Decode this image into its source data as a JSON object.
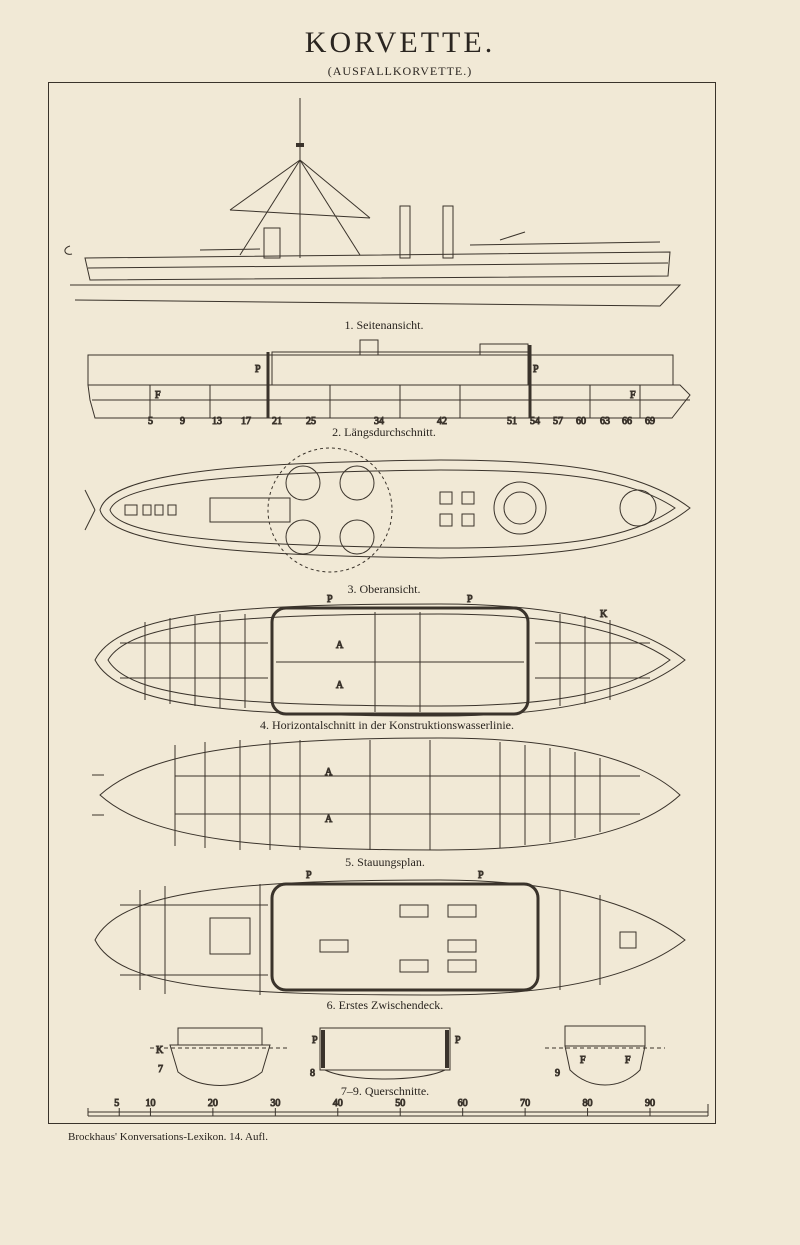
{
  "title": "KORVETTE.",
  "subtitle": "(AUSFALLKORVETTE.)",
  "figures": {
    "fig1": "1. Seitenansicht.",
    "fig2": "2. Längsdurchschnitt.",
    "fig3": "3. Oberansicht.",
    "fig4": "4. Horizontalschnitt in der Konstruktionswasserlinie.",
    "fig5": "5. Stauungsplan.",
    "fig6": "6. Erstes Zwischendeck.",
    "fig79": "7–9. Querschnitte."
  },
  "section_numbers": {
    "n7": "7",
    "n8": "8",
    "n9": "9"
  },
  "frame_numbers": [
    "5",
    "9",
    "13",
    "17",
    "21",
    "25",
    "34",
    "42",
    "51",
    "54",
    "57",
    "60",
    "63",
    "66",
    "69"
  ],
  "marks": {
    "P": "P",
    "F": "F",
    "K": "K",
    "A": "A"
  },
  "scale": {
    "ticks": [
      "5",
      "10",
      "20",
      "30",
      "40",
      "50",
      "60",
      "70",
      "80",
      "90"
    ]
  },
  "footer": "Brockhaus' Konversations-Lexikon. 14. Aufl."
}
